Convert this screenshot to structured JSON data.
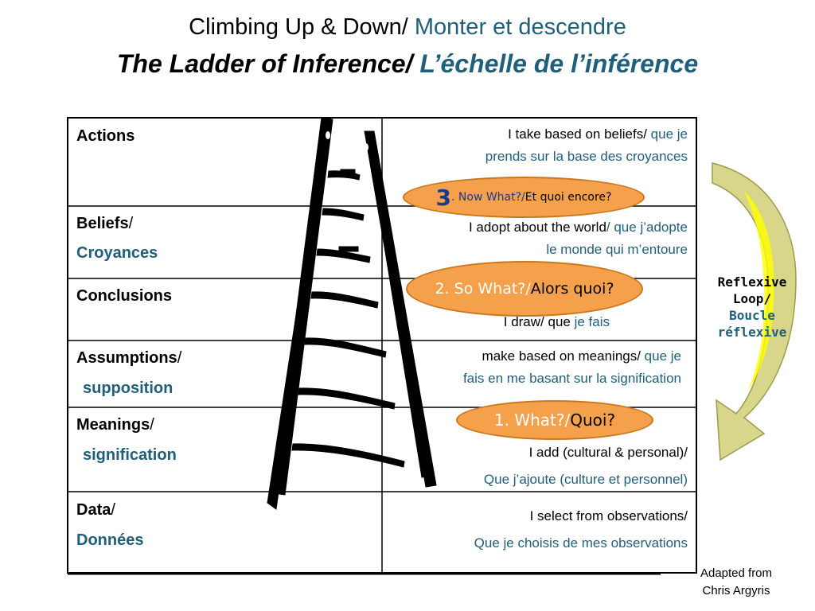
{
  "title": {
    "line1_en": "Climbing Up & Down/",
    "line1_fr": " Monter et descendre",
    "line2_en": "The Ladder of Inference/",
    "line2_fr": " L’échelle de l’inférence"
  },
  "rows": [
    {
      "label": "Actions",
      "label_fr": "",
      "right_en": "I take based on beliefs/",
      "right_fr": " que je",
      "right_line2": "prends sur la base des croyances"
    },
    {
      "label": "Beliefs",
      "label_fr": "Croyances",
      "right_en": "I adopt about the world",
      "right_fr": "/ que j’adopte",
      "right_line2": "le monde qui m’entoure"
    },
    {
      "label": "Conclusions",
      "label_fr": "",
      "right_en": "I draw/ que",
      "right_fr": " je fais",
      "right_line2": ""
    },
    {
      "label": "Assumptions",
      "label_fr": "supposition",
      "right_en": "make based on meanings/",
      "right_fr": " que je",
      "right_line2": "fais en me basant sur la signification"
    },
    {
      "label": "Meanings",
      "label_fr": "signification",
      "right_en": "I add (cultural & personal)/",
      "right_fr": "",
      "right_line2": "Que j’ajoute (culture et personnel)"
    },
    {
      "label": "Data",
      "label_fr": "Données",
      "right_en": "I select from observations/",
      "right_fr": "",
      "right_line2": "Que  je choisis de mes observations"
    }
  ],
  "slash": "/",
  "ellipses": {
    "e3_num": "3",
    "e3_en": ". Now What?/",
    "e3_fr": " Et quoi encore?",
    "e2_en": "2. So What?/",
    "e2_fr": "Alors quoi?",
    "e1_en": "1. What?/",
    "e1_fr": "Quoi?"
  },
  "loop": {
    "line1": "Reflexive",
    "line2": "Loop/",
    "line3": "Boucle",
    "line4": "réflexive"
  },
  "credit": {
    "line1": "Adapted from",
    "line2": "Chris Argyris"
  },
  "colors": {
    "accent_teal": "#1f5f7a",
    "ellipse_fill": "#f5a04b",
    "arrow_fill": "#d7d68a",
    "arrow_inner": "#ffff00"
  }
}
